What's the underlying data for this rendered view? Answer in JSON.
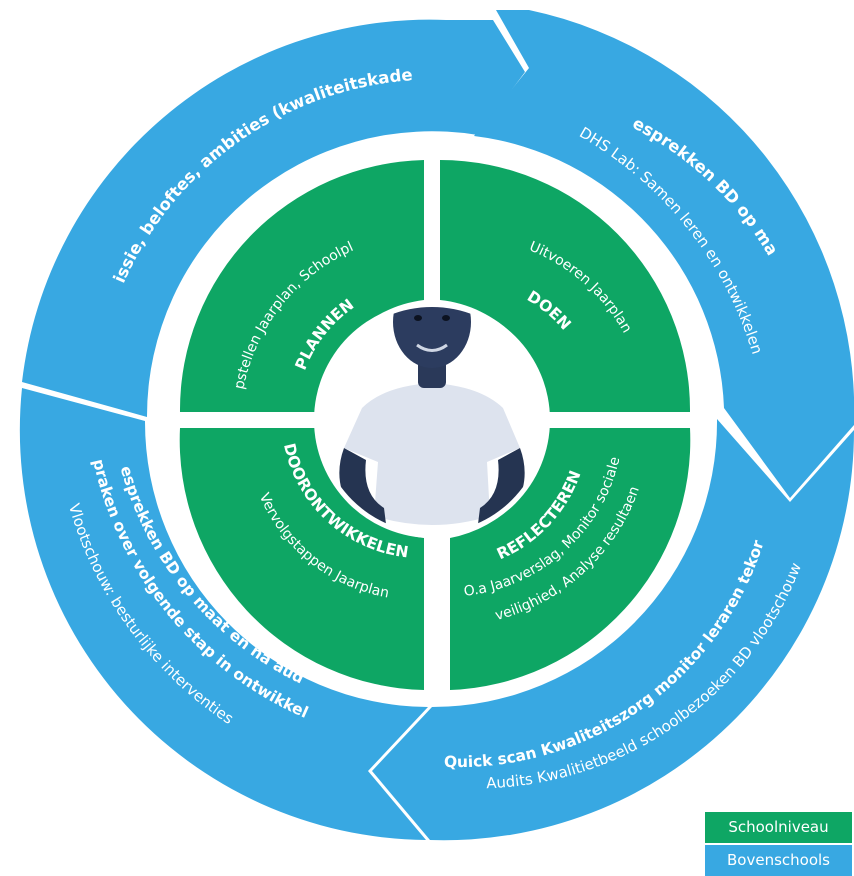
{
  "colors": {
    "school": "#0ea664",
    "board": "#38a8e2",
    "text": "#ffffff"
  },
  "outer_ring": {
    "missie": {
      "title": "Missie, beloftes, ambities (kwaliteitskader)"
    },
    "gesprekken": {
      "title": "Gesprekken BD op maat",
      "subtitle": "DHS Lab: Samen leren en ontwikkelen"
    },
    "quickscan": {
      "title": "Quick scan Kwaliteitszorg monitor leraren tekort",
      "subtitle": "Audits Kwalitietbeeld schoolbezoeken BD vlootschouw"
    },
    "afspraken": {
      "title1": "Gesprekken BD op maat en na audit",
      "title2": "Afspraken over volgende stap in ontwikkeling",
      "subtitle": "Vlootschouw: besturlijke interventies"
    }
  },
  "inner_ring": {
    "plannen": {
      "title": "PLANNEN",
      "subtitle": "Opstellen Jaarplan, Schoolplan"
    },
    "doen": {
      "title": "DOEN",
      "subtitle": "Uitvoeren Jaarplan"
    },
    "reflecteren": {
      "title": "REFLECTEREN",
      "subtitle1": "O.a Jaarverslag, Monitor sociale",
      "subtitle2": "veilighied, Analyse resultaen"
    },
    "doorontwikkelen": {
      "title": "DOORONTWIKKELEN",
      "subtitle": "Vervolgstappen Jaarplan"
    }
  },
  "center": {
    "icon": "child-photo"
  },
  "legend": {
    "school": "Schoolniveau",
    "board": "Bovenschools"
  }
}
